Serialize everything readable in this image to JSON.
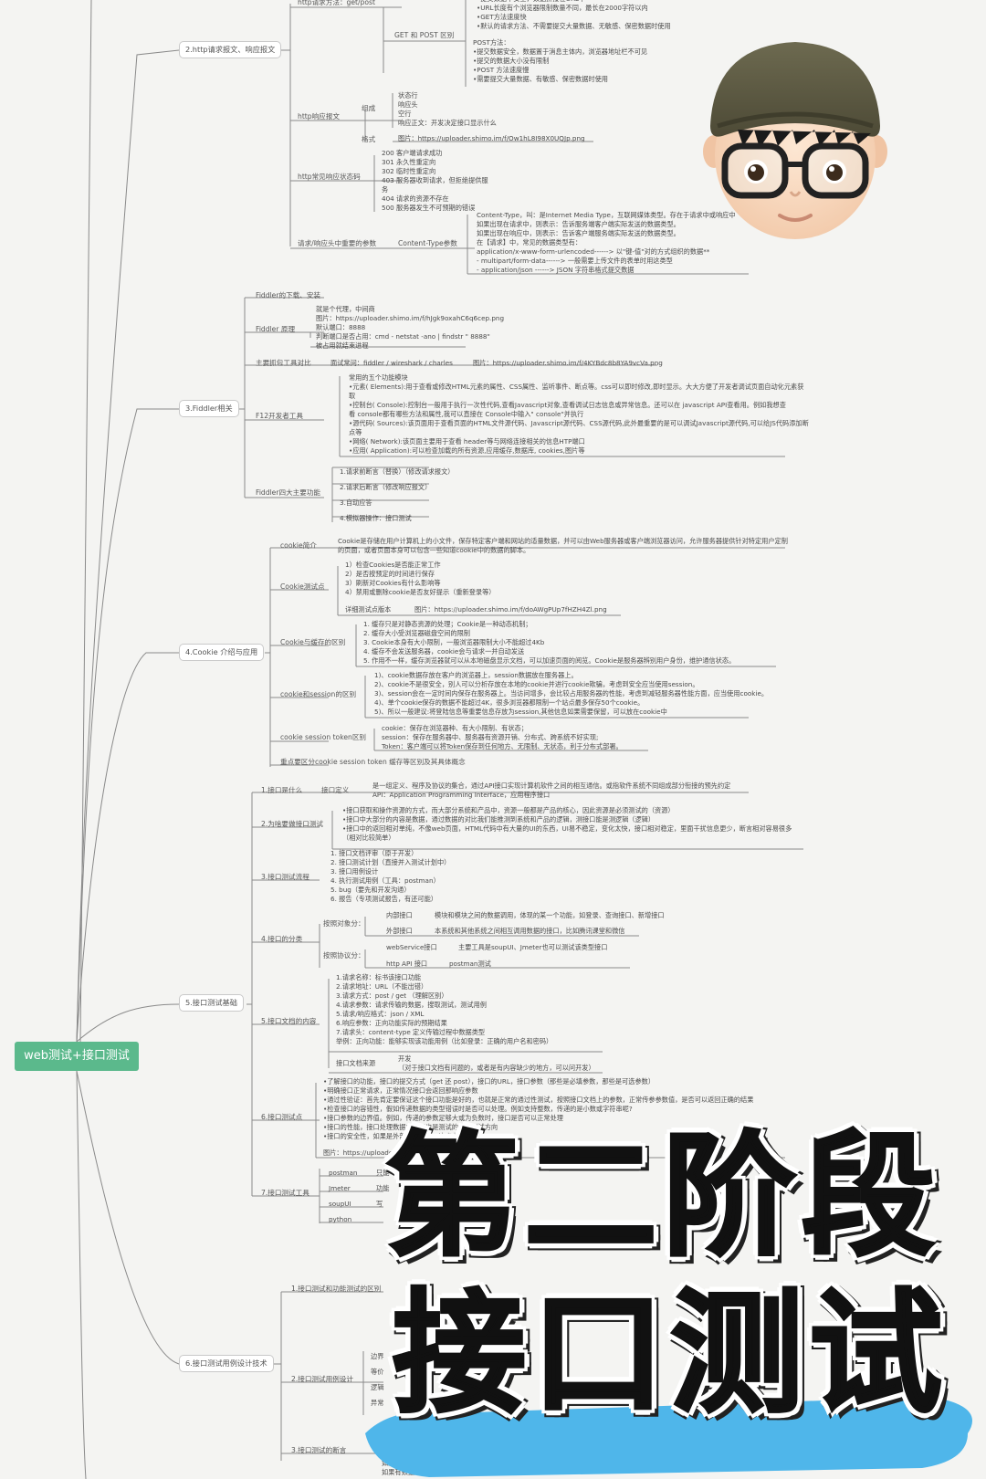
{
  "root": {
    "label": "web测试+接口测试"
  },
  "overlay": {
    "line1": "第二阶段",
    "line2": "接口测试"
  },
  "sec2": {
    "label": "2.http请求报文、响应报文",
    "method": "http请求方法：get/post",
    "get_post": "GET 和 POST 区别",
    "get_lines": [
      "•提交数据不安全，数据拼接在URL中",
      "•URL长度有个浏览器限制数量不同，最长在2000字符以内",
      "•GET方法速度快",
      "•默认的请求方法、不需要提交大量数据、无敏感、保密数据时使用"
    ],
    "post_lines": [
      "POST方法：",
      "•提交数据安全，数据置于消息主体内，浏览器地址栏不可见",
      "•提交的数据大小没有限制",
      "•POST 方法速度慢",
      "•需要提交大量数据、有敏感、保密数据时使用"
    ],
    "resp": "http响应报文",
    "resp_compose": "组成",
    "resp_items": [
      "状态行",
      "响应头",
      "空行",
      "响应正文：开发决定接口显示什么"
    ],
    "resp_format": "格式",
    "resp_img": "图片：https://uploader.shimo.im/f/Ow1hL8I98X0UQJp.png",
    "status": "http常见响应状态码",
    "codes": [
      "200  客户端请求成功",
      "301  永久性重定向",
      "302  临时性重定向",
      "403  服务器收到请求，但拒绝提供服",
      "务",
      "404  请求的资源不存在",
      "500  服务器发生不可预期的错误"
    ],
    "header": "请求/响应头中重要的参数",
    "ctype": "Content-Type参数",
    "ctype_lines": [
      "Content-Type，叫：是Internet Media Type，互联网媒体类型。存在于请求中或响应中",
      "如果出现在请求中，则表示：告诉服务端客户端实际发送的数据类型。",
      "如果出现在响应中，则表示：告诉客户端服务端实际发送的数据类型。",
      "在【请求】中，常见的数据类型有：",
      "application/x-www-form-urlencoded------> 以\"键-值\"对的方式组织的数据**",
      "- multipart/form-data------>  一般需要上传文件的表单时用这类型",
      "- application/json ------> JSON 字符串格式提交数据"
    ]
  },
  "sec3": {
    "label": "3.Fiddler相关",
    "download": "Fiddler的下载、安装",
    "principle": "Fiddler 原理",
    "principle_lines": [
      "就是个代理，中间商",
      "图片：https://uploader.shimo.im/f/hJgk9oxahC6q6cep.png",
      "默认端口：8888",
      "判断端口是否占用：cmd - netstat -ano | findstr \" 8888\"",
      "被占用就结束进程"
    ],
    "tools": "主要抓包工具对比",
    "tools_a": "面试常问：fiddler / wireshark / charles",
    "tools_b": "图片：https://uploader.shimo.im/f/4KYBdc8b8YA9vcVa.png",
    "f12": "F12开发者工具",
    "f12_lines": [
      "常用的五个功能模块",
      "•元素( Elements):用于查看或修改HTML元素的属性、CSS属性、监听事件、断点等。css可以即时修改,即时显示。大大方便了开发者调试页面自动化元素获",
      "取",
      "•控制台( Console):控制台一般用于执行一次性代码,查看Javascript对象,查看调试日志信息或异常信息。还可以在 javascript API查看用。例如我想查",
      "看 console都有哪些方法和属性,我可以直接在 Console中输入\" console\"并执行",
      "•源代码( Sources):该页面用于查看页面的HTML文件源代码、Javascript源代码、CSS源代码,此外最重要的是可以调试Javascript源代码,可以给JS代码添加断",
      "点等",
      "•网络( Network):该页面主要用于查看 header等与网络连接相关的信息HTP端口",
      "•应用( Application):可以检查加载的所有资源,应用缓存,数据库, cookies,图片等"
    ],
    "four": "Fiddler四大主要功能",
    "four_items": [
      "1.请求前断言（替换）（修改请求报文）",
      "2.请求后断言（修改响应报文）",
      "3.自动应答",
      "4.模拟器操作：接口测试"
    ]
  },
  "sec4": {
    "label": "4.Cookie 介绍与应用",
    "intro": "cookie简介",
    "intro_lines": [
      "Cookie是存储在用户计算机上的小文件，保存特定客户端和网站的适量数据，并可以由Web服务器或客户端浏览器访问，允许服务器提供针对特定用户定制",
      "的页面，或者页面本身可以包含一些知道cookie中的数据的脚本。"
    ],
    "test": "Cookie测试点",
    "test_lines": [
      "1）检查Cookies是否能正常工作",
      "2）是否按预定的时间进行保存",
      "3）刷新对Cookies有什么影响等",
      "4）禁用或删除cookie是否友好提示（重新登录等）"
    ],
    "test_detail": "详细测试点版本",
    "test_img": "图片：https://uploader.shimo.im/f/doAWgPUp7fHZH4Zl.png",
    "cache": "Cookie与缓存的区别",
    "cache_lines": [
      "1. 缓存只是对静态资源的处理；Cookie是一种动态机制；",
      "2. 缓存大小受浏览器磁盘空间的限制",
      "3. Cookie本身有大小限制，一般浏览器限制大小不能超过4Kb",
      "4. 缓存不会发送服务器，cookie会与请求一并自动发送",
      "5. 作用不一样，缓存浏览器就可以从本地磁盘显示文档，可以加速页面的阅览。Cookie是服务器辨别用户身份，维护通信状态。"
    ],
    "session": "cookie和session的区别",
    "session_lines": [
      "1)、cookie数据存放在客户的浏览器上，session数据放在服务器上。",
      "2)、cookie不是很安全，别人可以分析存放在本地的cookie并进行cookie欺骗，考虑到安全应当使用session。",
      "3)、session会在一定时间内保存在服务器上。当访问增多，会比较占用服务器的性能，考虑到减轻服务器性能方面，应当使用cookie。",
      "4)、单个cookie保存的数据不能超过4K，很多浏览器都限制一个站点最多保存50个cookie。",
      "5)、所以一般建议:将登陆信息等重要信息存放为session,其他信息如果需要保留，可以放在cookie中"
    ],
    "token": "cookie session token区别",
    "token_lines": [
      "cookie：保存在浏览器种、有大小限制、有状态；",
      "session：保存在服务器中、服务器有资源开销、分布式、跨系统不好实现;",
      "Token：客户端可以将Token保存到任何地方、无限制、无状态，利于分布式部署。"
    ],
    "focus": "重点要区分cookie session token 缓存等区别及其具体概念"
  },
  "sec5": {
    "label": "5.接口测试基础",
    "what": "1.接口是什么",
    "def": "接口定义",
    "def_lines": [
      "是一组定义、程序及协议的集合，通过API接口实现计算机软件之间的相互通信。或指软件系统不同组成部分衔接的预先约定",
      "API：Application Programming Interface，应用程序接口"
    ],
    "why": "2.为啥要做接口测试",
    "why_lines": [
      "•接口获取和操作资源的方式，而大部分系统和产品中，资源一般都是产品的核心，因此资源是必须测试的（资源）",
      "•接口中大部分的内容是数据，通过数据的对比我们能推测到系统和产品的逻辑，测接口能是测逻辑（逻辑）",
      "•接口中的返回相对单纯，不像web页面，HTML代码中有大量的UI的东西，UI易不稳定，变化太快，接口相对稳定，里面干扰信息更少，断言相对容易很多",
      "（相对比较简单）"
    ],
    "flow": "3.接口测试流程",
    "flow_items": [
      "1. 接口文档评审（原于开发）",
      "2. 接口测试计划（直接并入测试计划中）",
      "3. 接口用例设计",
      "4. 执行测试用例（工具：postman）",
      "5. bug（要先和开发沟通）",
      "6. 报告（专项测试报告，有还可能）"
    ],
    "kinds": "4.接口的分类",
    "by_target": "按照对象分：",
    "inner": "内部接口",
    "inner_desc": "模块和模块之间的数据调用，体现的某一个功能，如登录、查询接口、新增接口",
    "outer": "外部接口",
    "outer_desc": "本系统和其他系统之间相互调用数据的接口，比如腾讯课堂和微信",
    "by_proto": "按照协议分：",
    "ws": "webService接口",
    "ws_desc": "主要工具是soupUI、Jmeter也可以测试该类型接口",
    "httpapi": "http API 接口",
    "httpapi_desc": "postman测试",
    "doc": "5.接口文档的内容",
    "doc_items": [
      "1.请求名称：标书该接口功能",
      "2.请求地址：URL（不能出错）",
      "3.请求方式：post / get （理解区别）",
      "4.请求参数：请求传输的数据，搜取测试，测试用例",
      "5.请求/响应格式：json / XML",
      "6.响应参数：正向功能实际的预期结果",
      "7.请求头：content-type 定义传输过程中数据类型",
      "举例：正向功能：能够实现该功能用例（比如登录：正确的用户名和密码）"
    ],
    "doc_src": "接口文档来源",
    "doc_src_lines": [
      "开发",
      "（对于接口文档有问题的，或者是有内容缺少的地方，可以问开发）"
    ],
    "points": "6.接口测试点",
    "points_lines": [
      "•了解接口的功能，接口的提交方式（get 还 post），接口的URL，接口参数（那些是必填参数，那些是可选参数）",
      "•明确接口正常请求，正常情况接口会返回那响应参数",
      "•通过性验证：首先肯定要保证这个接口功能是好的，也就是正常的通过性测试，按照接口文档上的参数，正常传参参数值，是否可以返回正确的结果",
      "•检查接口的容错性，假如传递数据的类型错误时是否可以处理。例如支持整数，传递的是小数或字符串呢?",
      "•接口参数的边界值。例如，传递的参数足够大或为负数时，接口是否可以正常处理",
      "•接口的性能，接口处理数据的时间也是测试的一个测试方向",
      "•接口的安全性，如果是外部接口的话，这点尤为重要"
    ],
    "points_img": "图片：https://uploader.shimo.im/f/...uYnTz...",
    "tools": "7.接口测试工具",
    "tool_items": [
      "postman",
      "Jmeter",
      "soupUI",
      "python"
    ],
    "tool_notes": [
      "只能",
      "功能",
      "",
      "写"
    ]
  },
  "sec6": {
    "label": "6.接口测试用例设计技术",
    "c1": "1.接口测试和功能测试的区别",
    "c2": "2.接口测试用例设计",
    "c2_items": [
      "边界",
      "等价",
      "逻辑",
      "异常"
    ],
    "c3": "3.接口测试的断言",
    "c3_lines": [
      "如果是对应数据库时，需要查看数据库相应的功能进行确认",
      "如果有数据库的数据有权限，数据验证"
    ]
  }
}
